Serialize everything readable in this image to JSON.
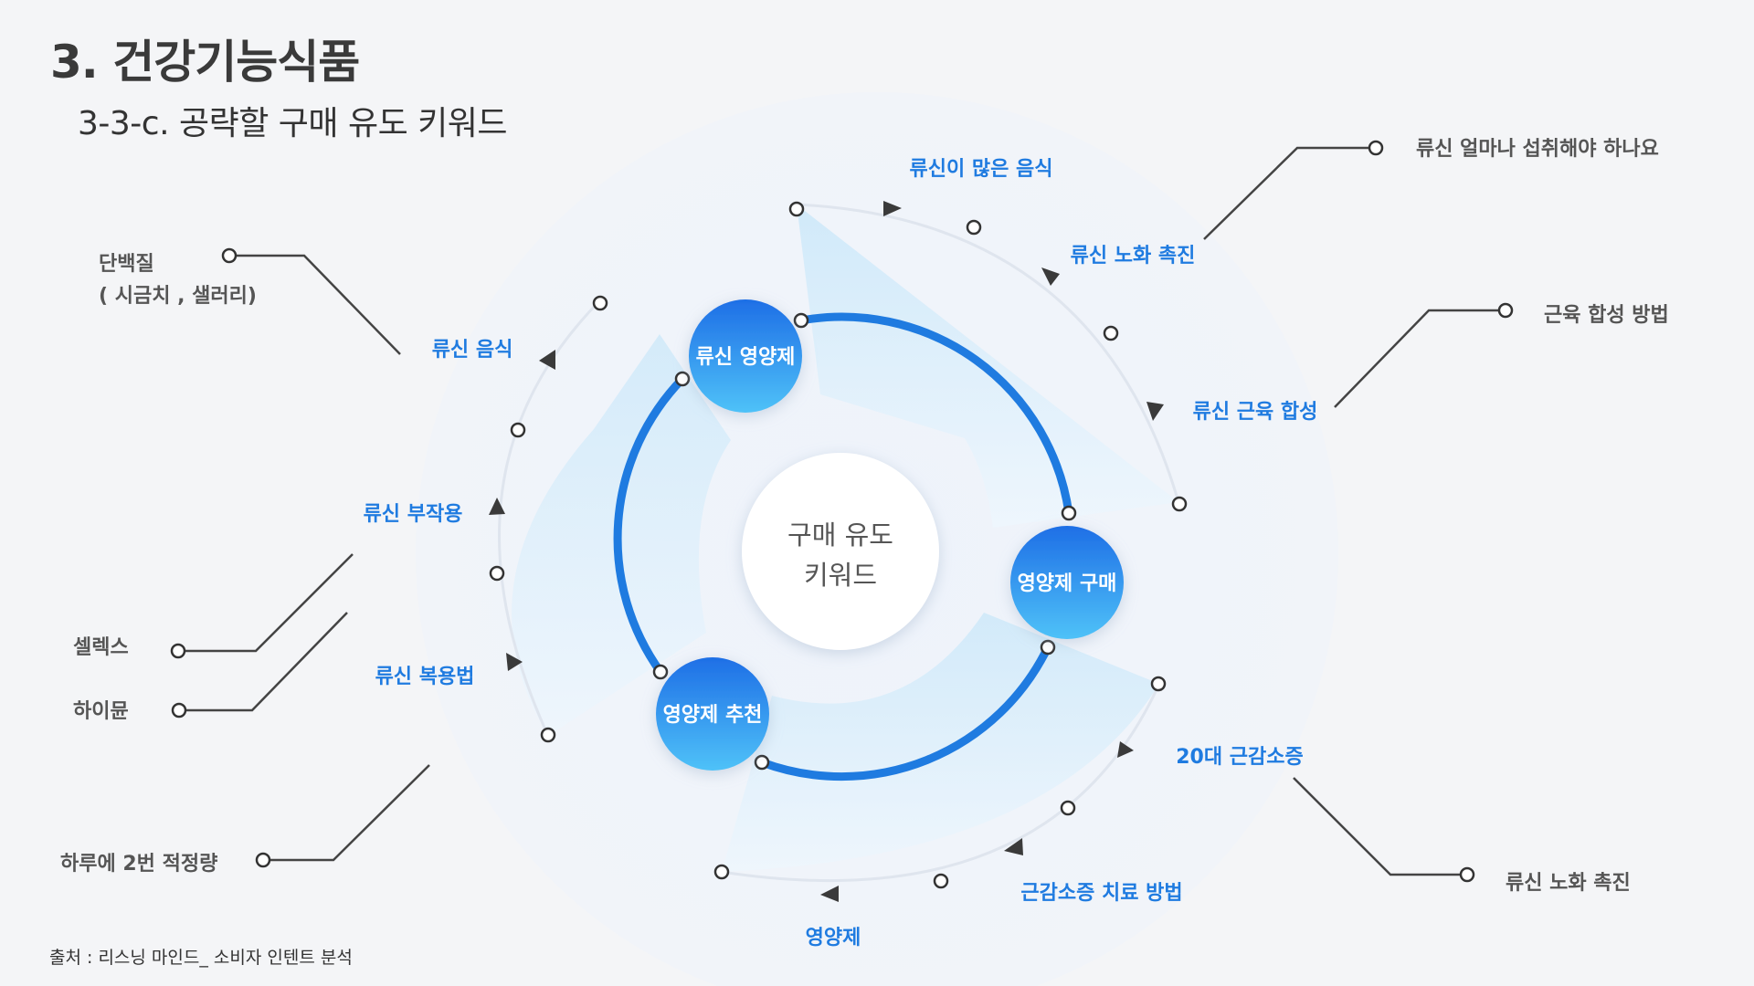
{
  "header": {
    "title": "3. 건강기능식품",
    "subtitle": "3-3-c. 공략할 구매 유도 키워드"
  },
  "center": {
    "line1": "구매 유도",
    "line2": "키워드"
  },
  "nodes": [
    {
      "label": "류신 영양제"
    },
    {
      "label": "영양제 구매"
    },
    {
      "label": "영양제 추천"
    }
  ],
  "keywords": [
    {
      "label": "류신이 많은 음식"
    },
    {
      "label": "류신 노화 촉진"
    },
    {
      "label": "류신 근육 합성"
    },
    {
      "label": "류신 음식"
    },
    {
      "label": "류신 부작용"
    },
    {
      "label": "류신 복용법"
    },
    {
      "label": "20대 근감소증"
    },
    {
      "label": "근감소증 치료 방법"
    },
    {
      "label": "영양제"
    }
  ],
  "outer": [
    {
      "label": "류신 얼마나 섭취해야 하나요"
    },
    {
      "label": "근육 합성 방법"
    },
    {
      "line1": "단백질",
      "line2": "( 시금치 , 샐러리)"
    },
    {
      "label": "셀렉스"
    },
    {
      "label": "하이뮨"
    },
    {
      "label": "하루에 2번 적정량"
    },
    {
      "label": "류신 노화 촉진"
    }
  ],
  "footer": {
    "source": "출처 : 리스닝 마인드_ 소비자 인텐트 분석"
  },
  "colors": {
    "accent": "#1f7be0",
    "node_start": "#1e6fe6",
    "node_end": "#4fc2f8",
    "background": "#f4f5f7"
  }
}
